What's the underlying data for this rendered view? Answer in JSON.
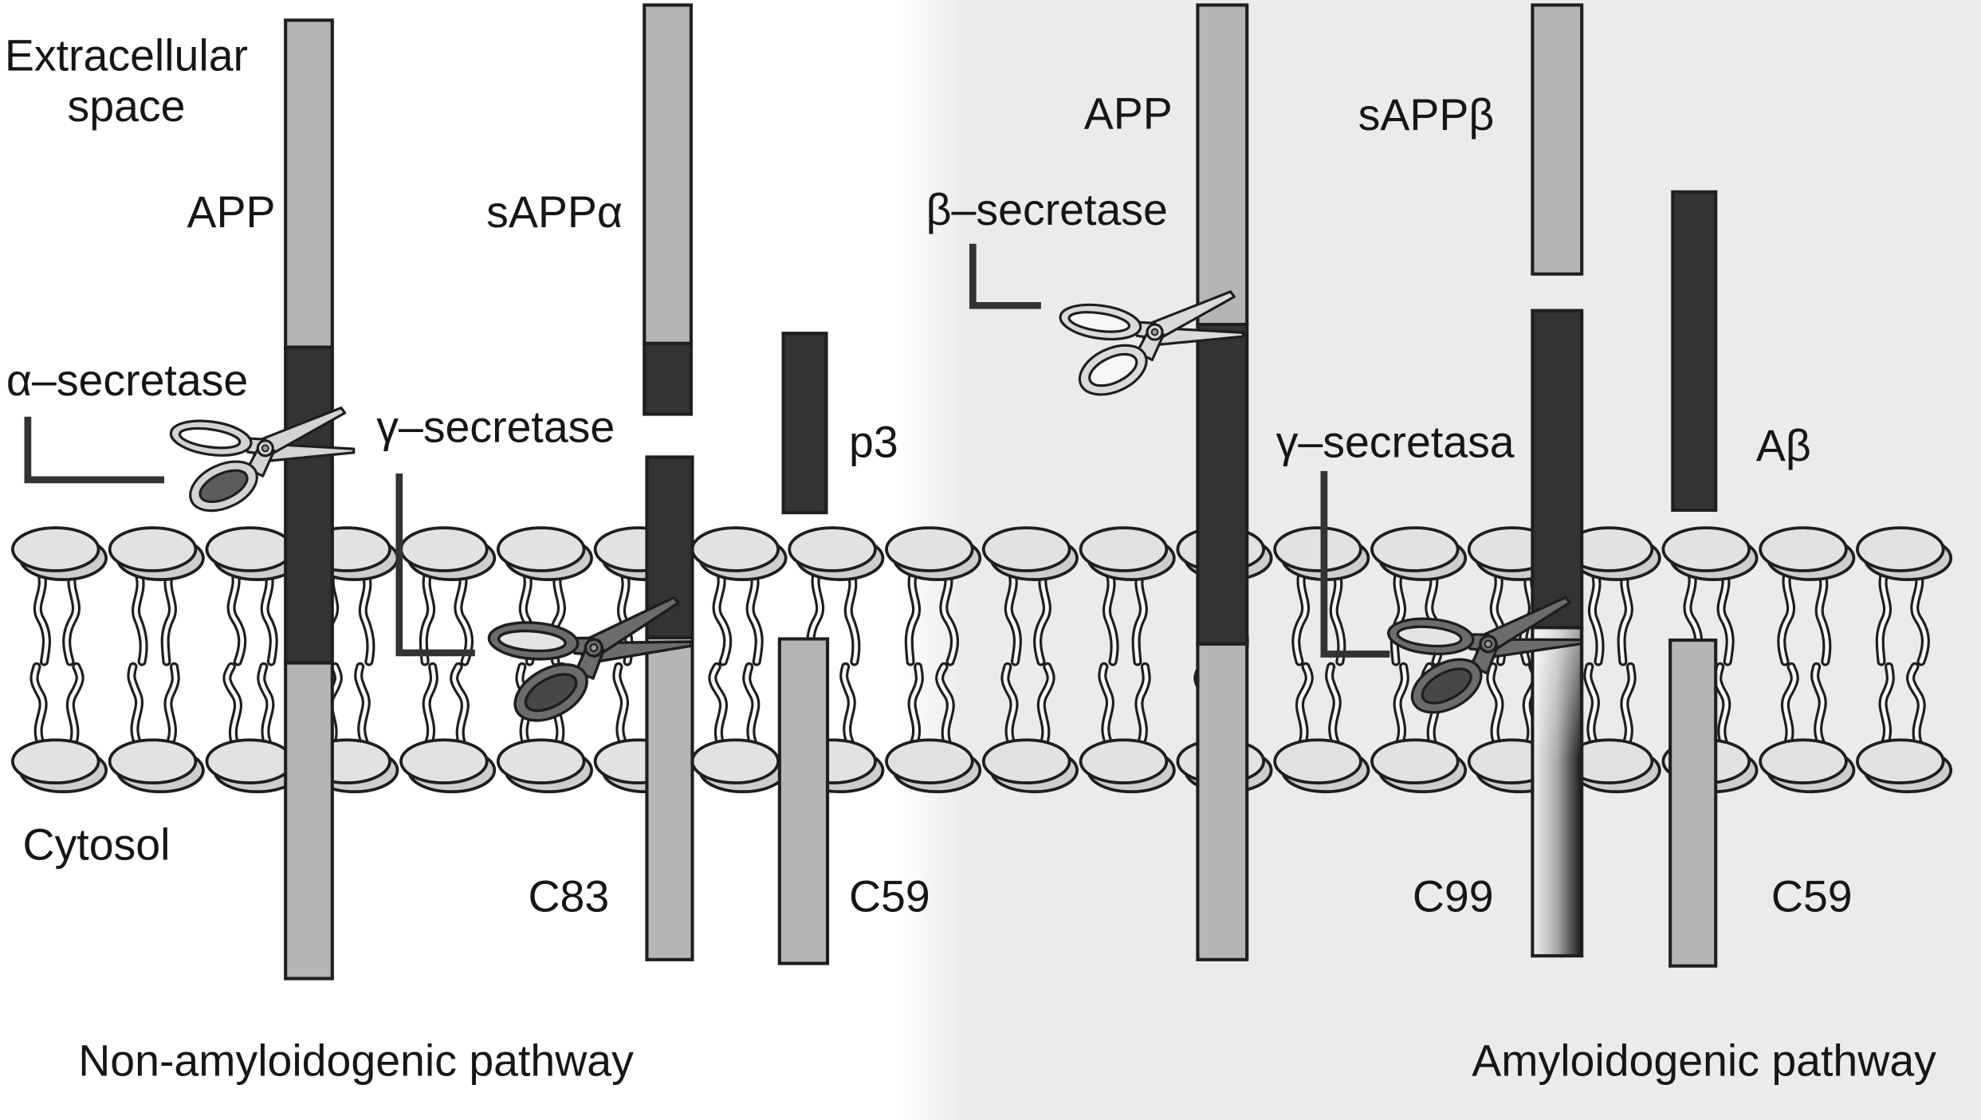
{
  "compartments": {
    "extracellular": [
      "Extracellular",
      "space"
    ],
    "cytosol": "Cytosol"
  },
  "non_amyloidogenic_pathway": {
    "title": "Non-amyloidogenic pathway",
    "precursor": "APP",
    "enzymes": {
      "alpha": "α–secretase",
      "gamma": "γ–secretase"
    },
    "fragments": {
      "sappa": "sAPPα",
      "c83": "C83",
      "p3": "p3",
      "c59": "C59"
    }
  },
  "amyloidogenic_pathway": {
    "title": "Amyloidogenic pathway",
    "precursor": "APP",
    "enzymes": {
      "beta": "β–secretase",
      "gamma": "γ–secretasa"
    },
    "fragments": {
      "sappb": "sAPPβ",
      "c99": "C99",
      "abeta": "Aβ",
      "c59": "C59"
    }
  },
  "icons": {
    "cleavage": "scissors-icon"
  },
  "colors": {
    "ectodomain": "#b5b5b5",
    "transmembrane_segment": "#333333",
    "outline": "#1f1f1f",
    "amyloidogenic_panel_background": "#ebebeb",
    "lipid_head": "#e2e2e2"
  }
}
